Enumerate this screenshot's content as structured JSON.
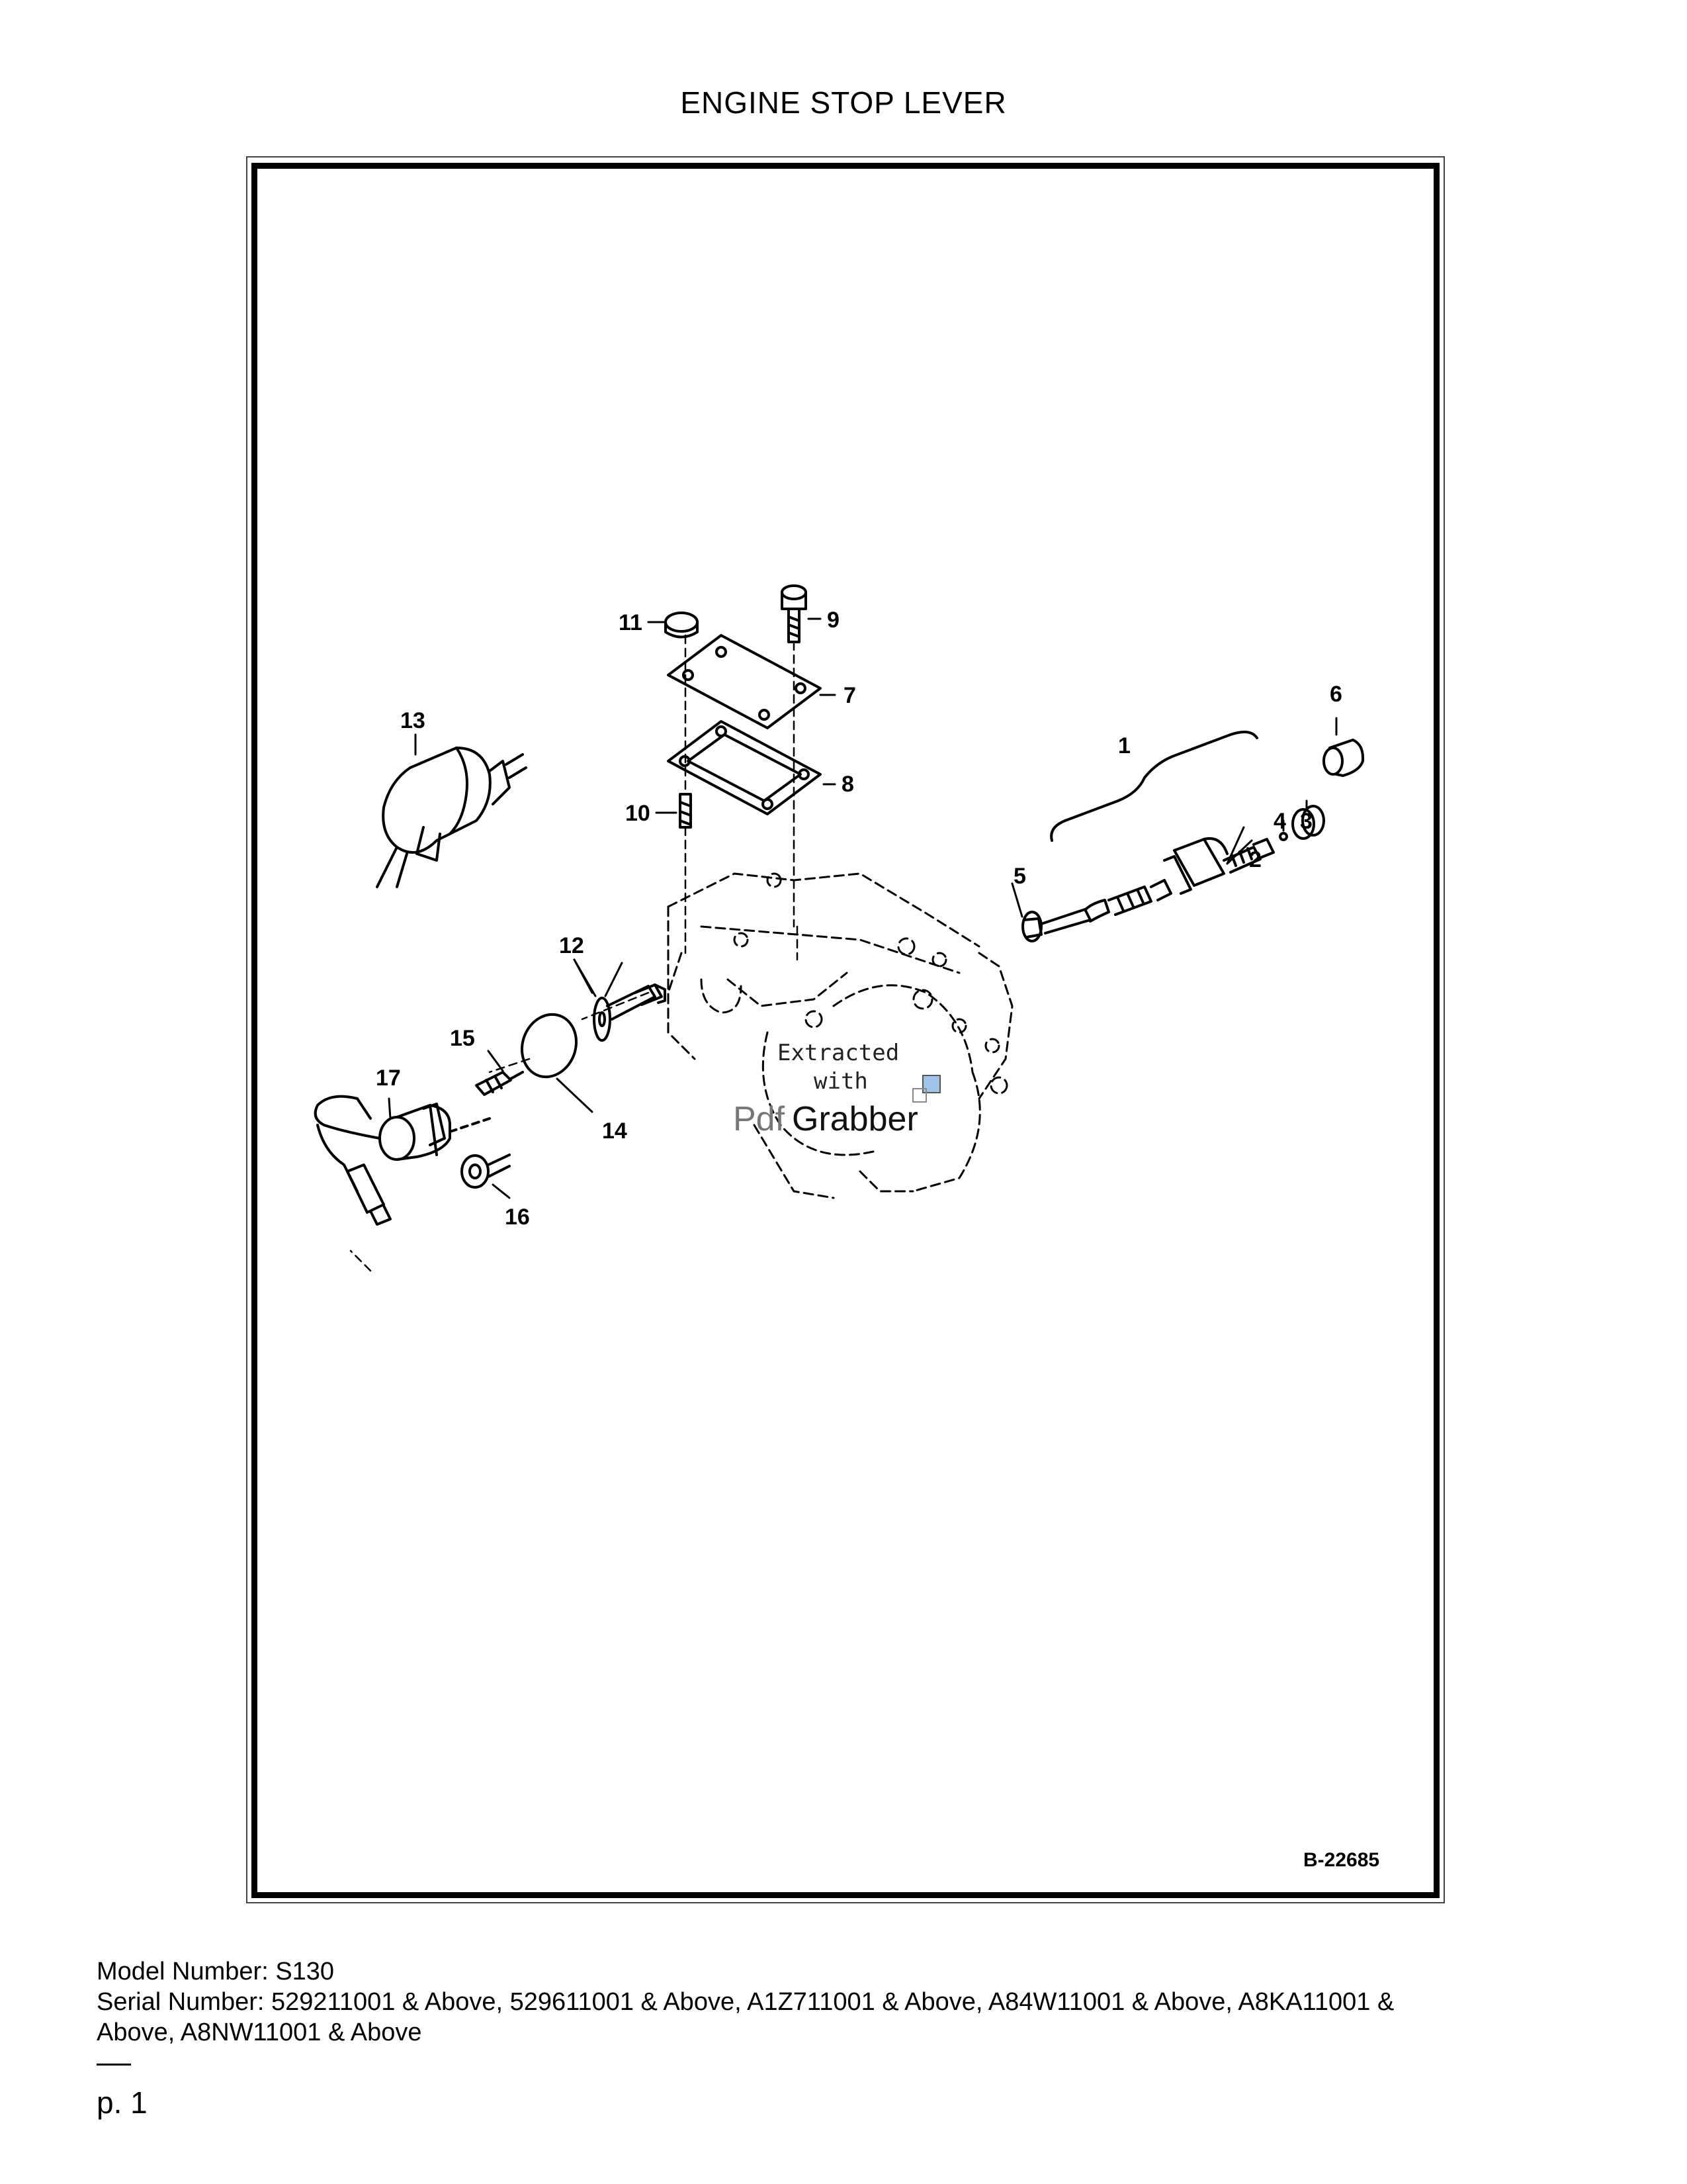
{
  "document": {
    "title": "ENGINE STOP LEVER",
    "figure_ref": "B-22685"
  },
  "callouts": [
    "1",
    "2",
    "3",
    "4",
    "5",
    "6",
    "7",
    "8",
    "9",
    "10",
    "11",
    "12",
    "13",
    "14",
    "15",
    "16",
    "17"
  ],
  "watermark": {
    "line1": "Extracted",
    "line2": "with",
    "brand_prefix": "Pdf",
    "brand_suffix": "Grabber"
  },
  "footer": {
    "model": "Model Number: S130",
    "serial_line1": "Serial Number: 529211001 & Above, 529611001 & Above, A1Z711001 & Above, A84W11001 & Above, A8KA11001 &",
    "serial_line2": "Above, A8NW11001 & Above",
    "page": "p. 1"
  }
}
